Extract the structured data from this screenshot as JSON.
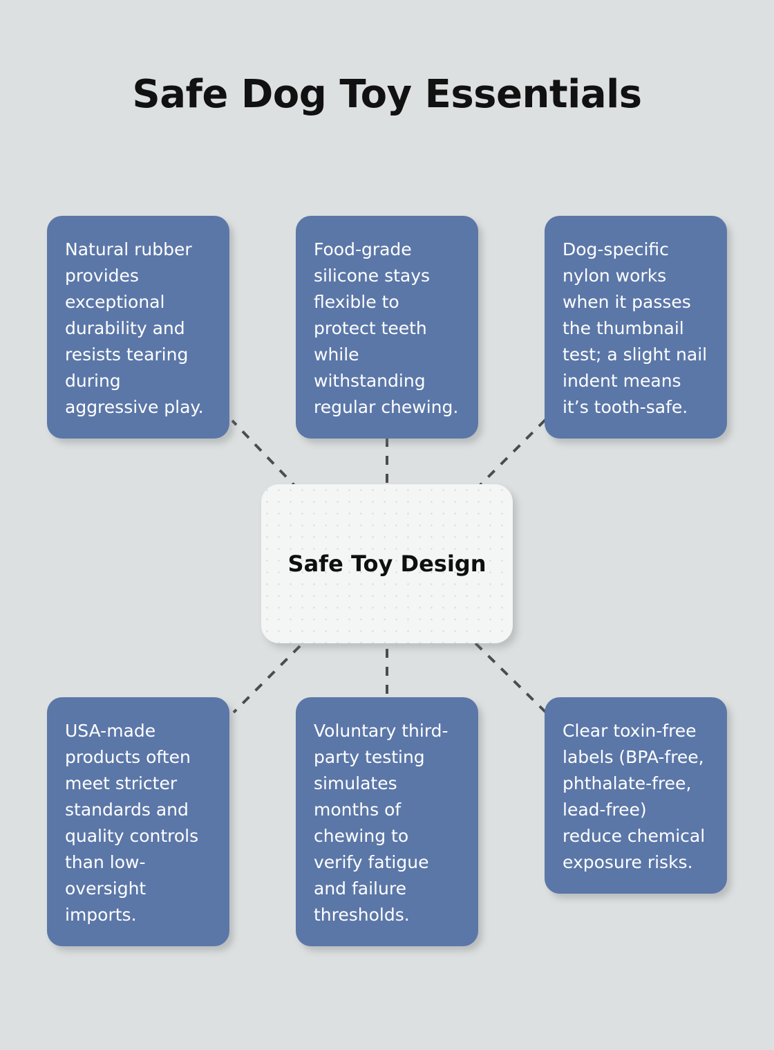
{
  "title": "Safe Dog Toy Essentials",
  "center": {
    "label": "Safe Toy Design"
  },
  "colors": {
    "background": "#dde0e0",
    "node_fill": "#5b77a8",
    "node_text": "#ffffff",
    "center_fill": "#f4f5f5",
    "center_text": "#0f0f0f",
    "title_text": "#111111",
    "connector": "#4a4d50"
  },
  "nodes": [
    {
      "id": "natural-rubber",
      "text": "Natural rubber provides exceptional durability and resists tearing during aggressive play."
    },
    {
      "id": "food-grade-silicone",
      "text": "Food-grade silicone stays flexible to protect teeth while withstanding regular chewing."
    },
    {
      "id": "dog-specific-nylon",
      "text": "Dog-specific nylon works when it passes the thumbnail test; a slight nail indent means it’s tooth-safe."
    },
    {
      "id": "usa-made",
      "text": "USA-made products often meet stricter standards and quality controls than low-oversight imports."
    },
    {
      "id": "third-party-testing",
      "text": "Voluntary third-party testing simulates months of chewing to verify fatigue and failure thresholds."
    },
    {
      "id": "toxin-free-labels",
      "text": "Clear toxin-free labels (BPA-free, phthalate-free, lead-free) reduce chemical exposure risks."
    }
  ],
  "connectors": [
    {
      "from": "center",
      "to": "natural-rubber"
    },
    {
      "from": "center",
      "to": "food-grade-silicone"
    },
    {
      "from": "center",
      "to": "dog-specific-nylon"
    },
    {
      "from": "center",
      "to": "usa-made"
    },
    {
      "from": "center",
      "to": "third-party-testing"
    },
    {
      "from": "center",
      "to": "toxin-free-labels"
    }
  ]
}
